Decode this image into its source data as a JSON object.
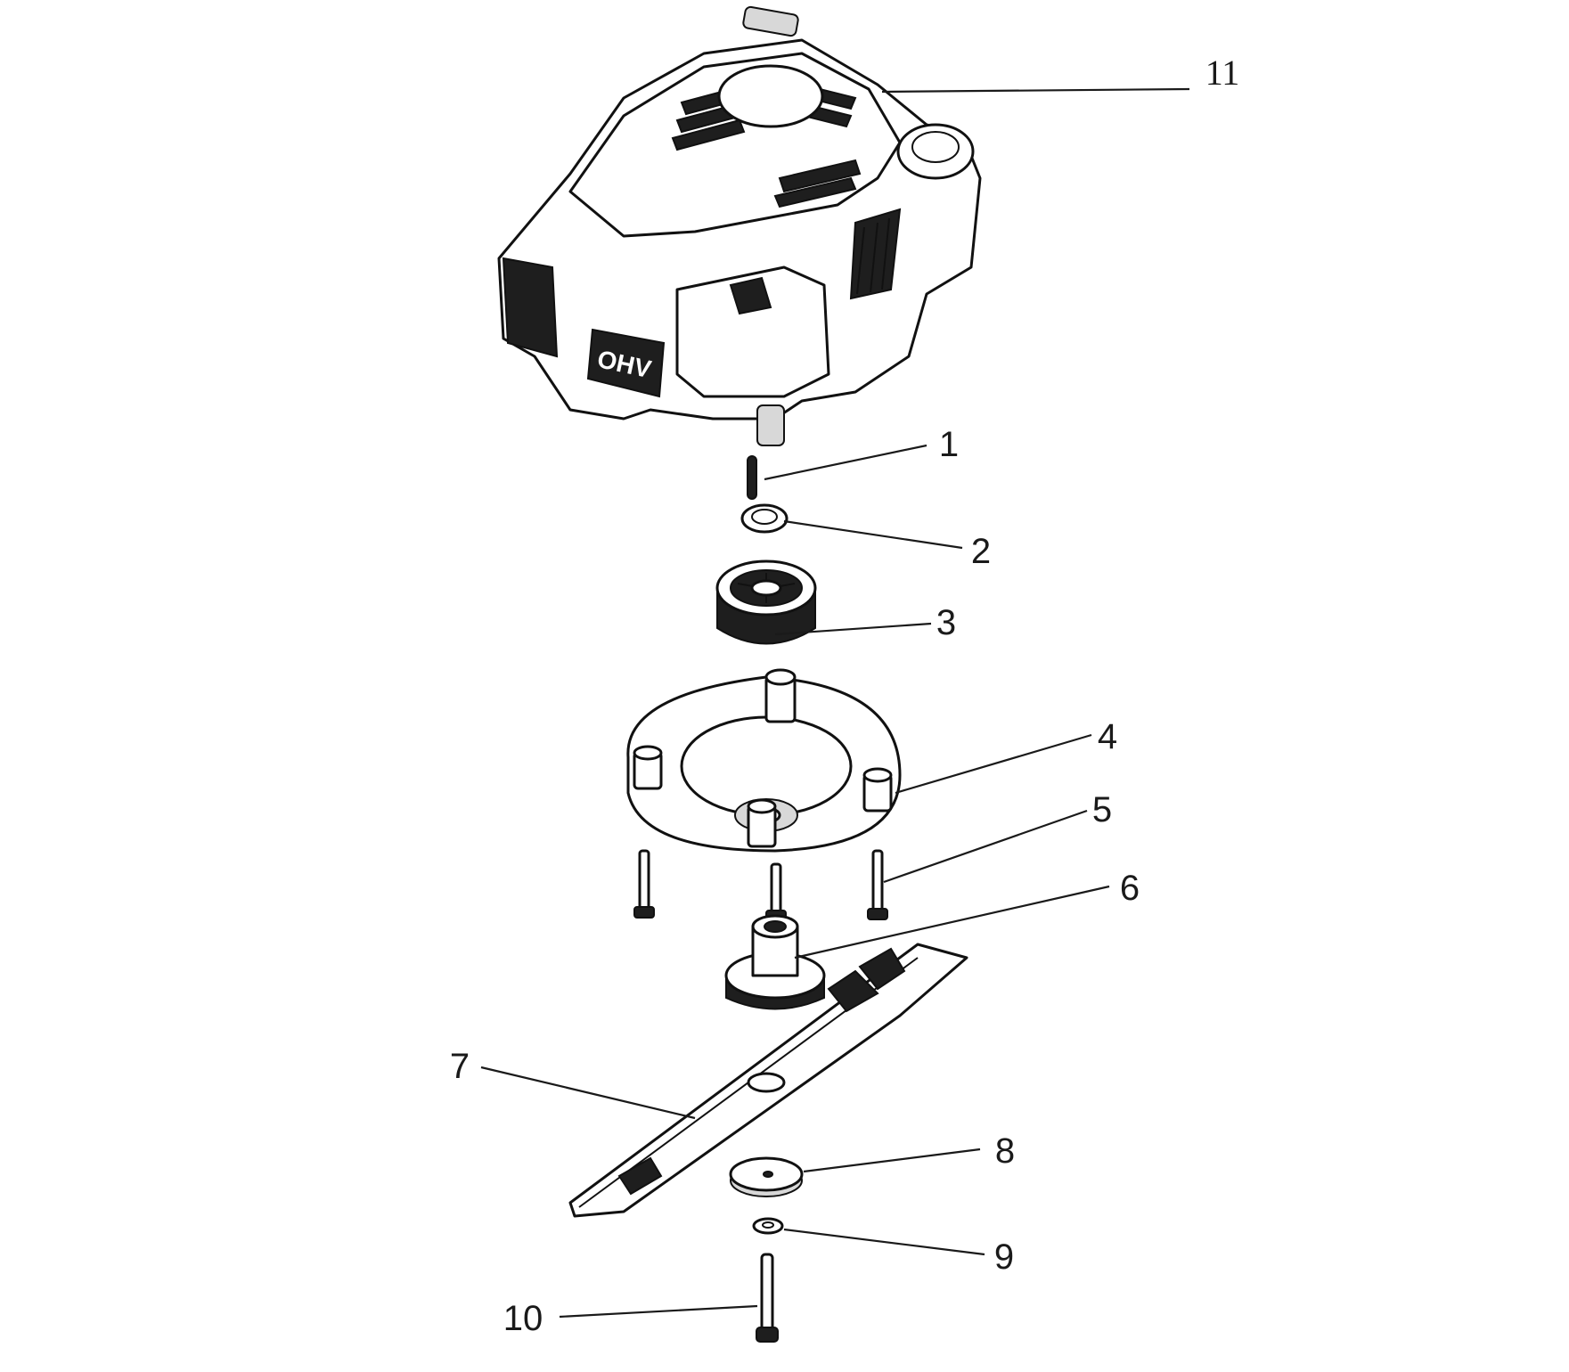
{
  "parts": [
    {
      "number": "1"
    },
    {
      "number": "2"
    },
    {
      "number": "3"
    },
    {
      "number": "4"
    },
    {
      "number": "5"
    },
    {
      "number": "6"
    },
    {
      "number": "7"
    },
    {
      "number": "8"
    },
    {
      "number": "9"
    },
    {
      "number": "10"
    },
    {
      "number": "11"
    }
  ],
  "engine_badge": "OHV",
  "colors": {
    "ink": "#111111",
    "paper": "#ffffff"
  }
}
